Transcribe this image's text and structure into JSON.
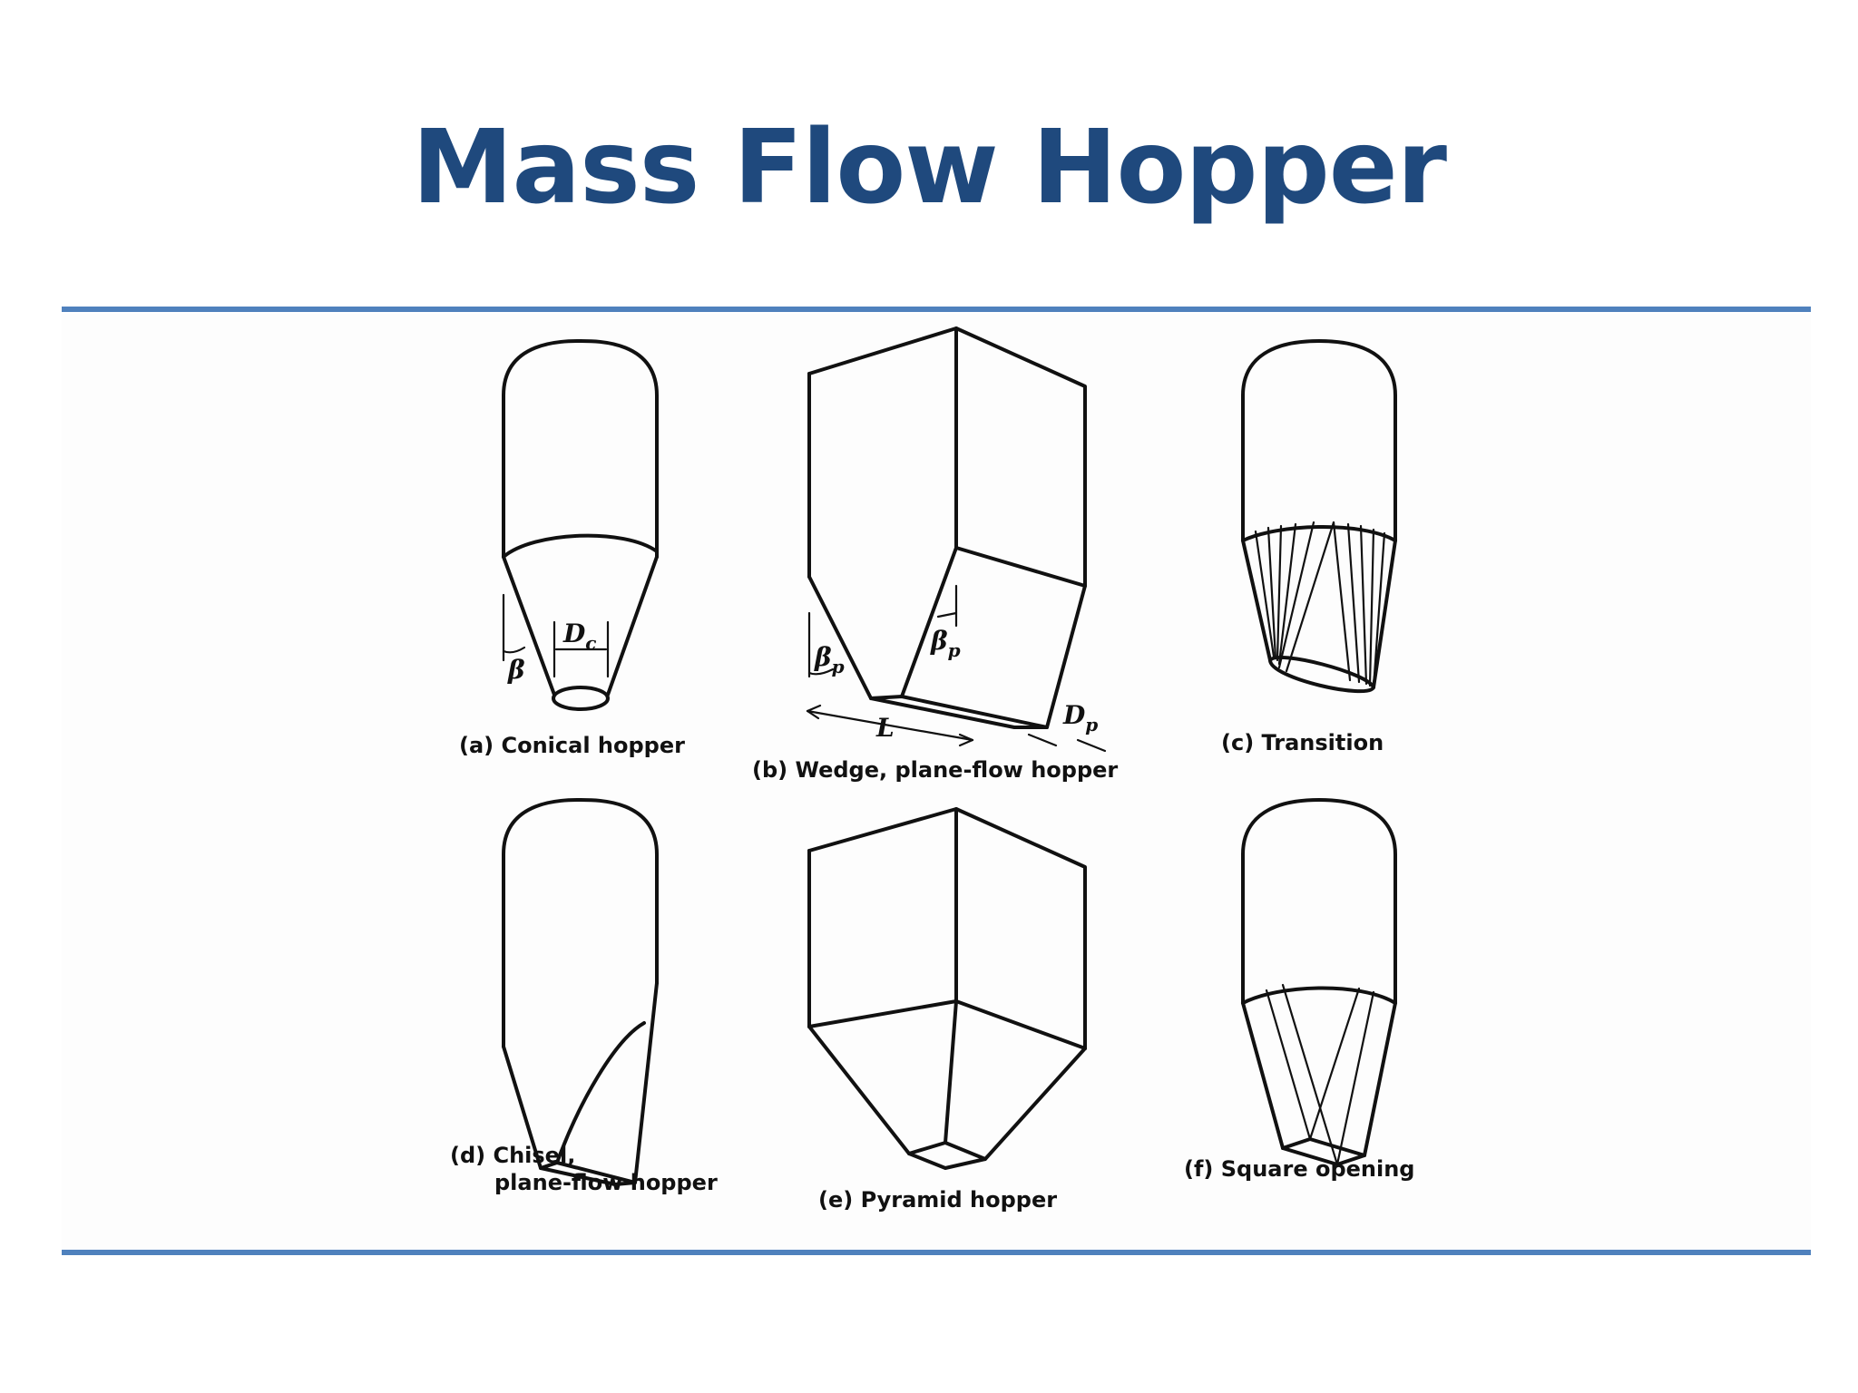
{
  "title": "Mass Flow Hopper",
  "colors": {
    "title": "#1f497d",
    "rule": "#4f81bd",
    "ink": "#111111"
  },
  "figure": {
    "captions": {
      "a": "(a) Conical hopper",
      "b": "(b) Wedge, plane-flow hopper",
      "c": "(c) Transition",
      "d_line1": "(d) Chisel,",
      "d_line2": "plane-flow hopper",
      "e": "(e) Pyramid hopper",
      "f": "(f) Square opening"
    },
    "labels": {
      "beta": "β",
      "dc_main": "D",
      "dc_sub": "c",
      "beta_p_main": "β",
      "beta_p_sub": "p",
      "dp_main": "D",
      "dp_sub": "p",
      "length": "L"
    }
  }
}
